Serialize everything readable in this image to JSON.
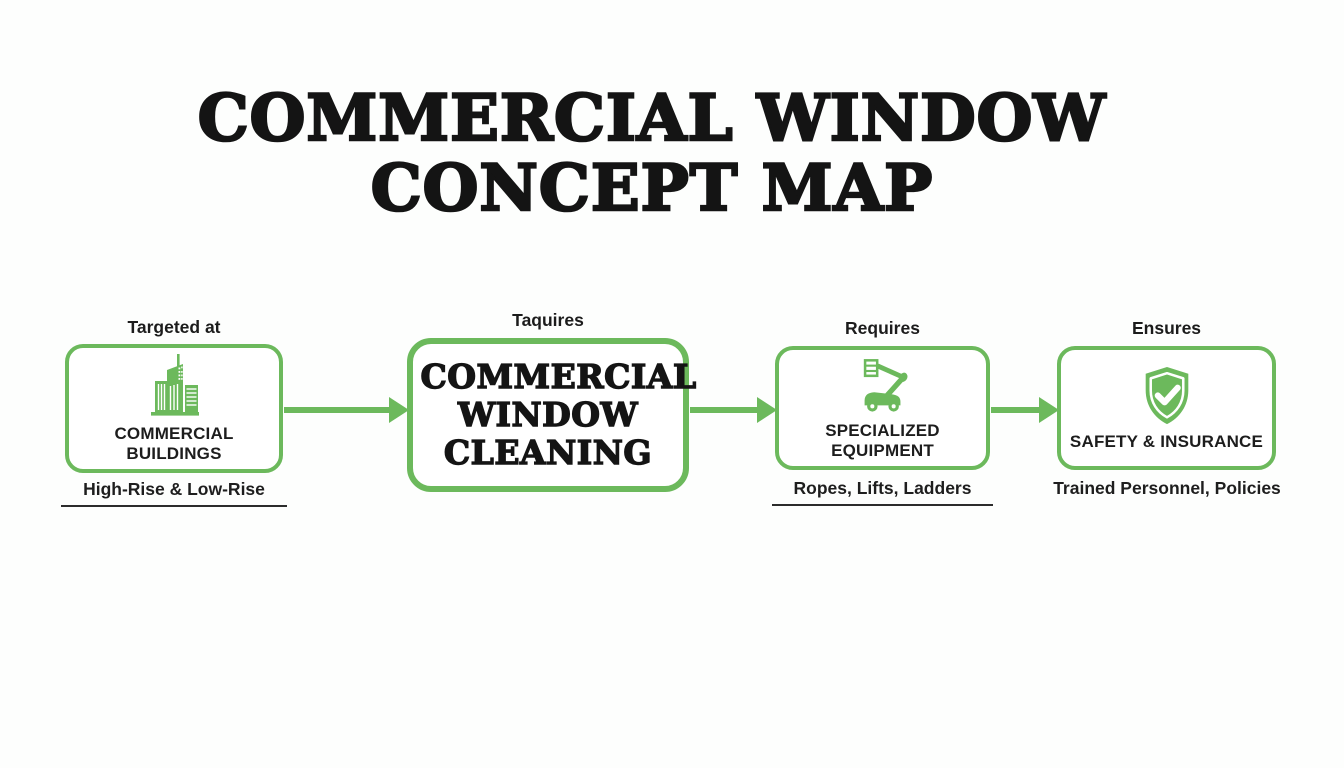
{
  "title": {
    "line1": "COMMERCIAL WINDOW",
    "line2": "CONCEPT MAP"
  },
  "colors": {
    "accent_green": "#6cb95c",
    "text_dark": "#141414",
    "underline_dark": "#2c2c2c",
    "background": "#fdfefd"
  },
  "nodes": [
    {
      "id": "commercial-buildings",
      "relation_label": "Targeted at",
      "label": "COMMERCIAL BUILDINGS",
      "caption": "High-Rise & Low-Rise",
      "caption_underlined": true,
      "icon": "buildings-icon"
    },
    {
      "id": "commercial-window-cleaning",
      "relation_label": "Taquires",
      "label": "COMMERCIAL WINDOW CLEANING",
      "caption": "",
      "caption_underlined": false,
      "icon": null
    },
    {
      "id": "specialized-equipment",
      "relation_label": "Requires",
      "label": "SPECIALIZED EQUIPMENT",
      "caption": "Ropes, Lifts, Ladders",
      "caption_underlined": true,
      "icon": "boom-lift-icon"
    },
    {
      "id": "safety-insurance",
      "relation_label": "Ensures",
      "label": "SAFETY & INSURANCE",
      "caption": "Trained Personnel, Policies",
      "caption_underlined": false,
      "icon": "shield-check-icon"
    }
  ],
  "connections": [
    {
      "from": "commercial-buildings",
      "to": "commercial-window-cleaning"
    },
    {
      "from": "commercial-window-cleaning",
      "to": "specialized-equipment"
    },
    {
      "from": "specialized-equipment",
      "to": "safety-insurance"
    }
  ]
}
